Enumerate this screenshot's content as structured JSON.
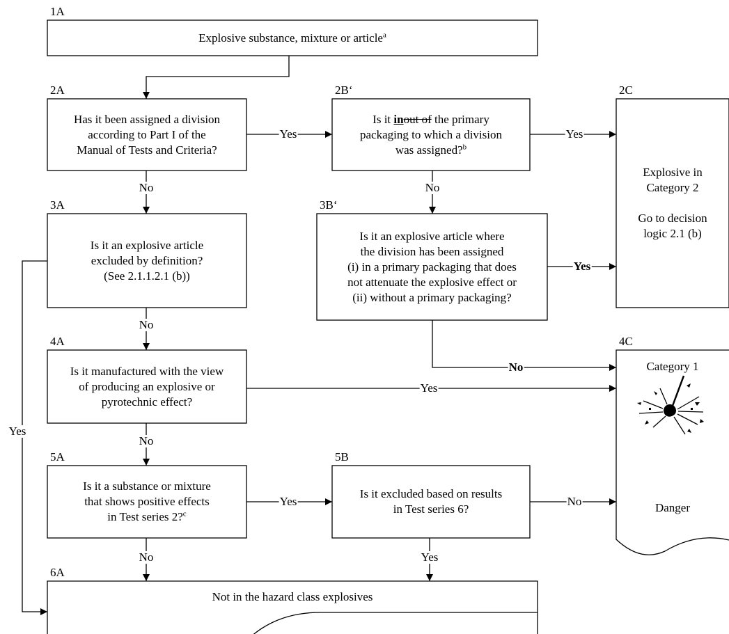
{
  "nodes": {
    "n1A": {
      "id": "1A",
      "text": "Explosive substance, mixture or article",
      "sup": "a"
    },
    "n2A": {
      "id": "2A",
      "text": "Has it been assigned a division\naccording to Part I of the\nManual of Tests and Criteria?"
    },
    "n2B": {
      "id": "2B‘",
      "pre": "Is it ",
      "ins": "in",
      "del": "out of",
      "post": " the primary\npackaging to which a division\nwas assigned?",
      "sup": "b"
    },
    "n2C": {
      "id": "2C",
      "text": "Explosive in\nCategory 2\n\nGo to decision\nlogic 2.1 (b)"
    },
    "n3A": {
      "id": "3A",
      "text": "Is it an explosive article\nexcluded by definition?\n(See 2.1.1.2.1 (b))"
    },
    "n3B": {
      "id": "3B‘",
      "text": "Is it an explosive article where\nthe division has been assigned\n(i) in a primary packaging that does\nnot attenuate the explosive effect or\n(ii) without a primary packaging?"
    },
    "n4A": {
      "id": "4A",
      "text": "Is it manufactured with the view\nof producing an explosive or\npyrotechnic effect?"
    },
    "n4C": {
      "id": "4C",
      "category": "Category 1",
      "signal": "Danger",
      "pictogram": "exploding-bomb-icon"
    },
    "n5A": {
      "id": "5A",
      "text": "Is it a substance or mixture\nthat shows positive effects\nin Test series 2?",
      "sup": "c"
    },
    "n5B": {
      "id": "5B",
      "text": "Is it excluded based on results\nin Test series 6?"
    },
    "n6A": {
      "id": "6A",
      "text": "Not in the hazard class explosives"
    }
  },
  "edge_labels": {
    "e2A_2B": "Yes",
    "e2B_2C": "Yes",
    "e2A_3A": "No",
    "e2B_3B": "No",
    "e3B_2C": "Yes",
    "e3A_4A": "No",
    "e3B_4C": "No",
    "e4A_4C": "Yes",
    "e4A_5A": "No",
    "e3A_6A": "Yes",
    "e5A_5B": "Yes",
    "e5B_4C": "No",
    "e5A_6A": "No",
    "e5B_6A": "Yes"
  }
}
